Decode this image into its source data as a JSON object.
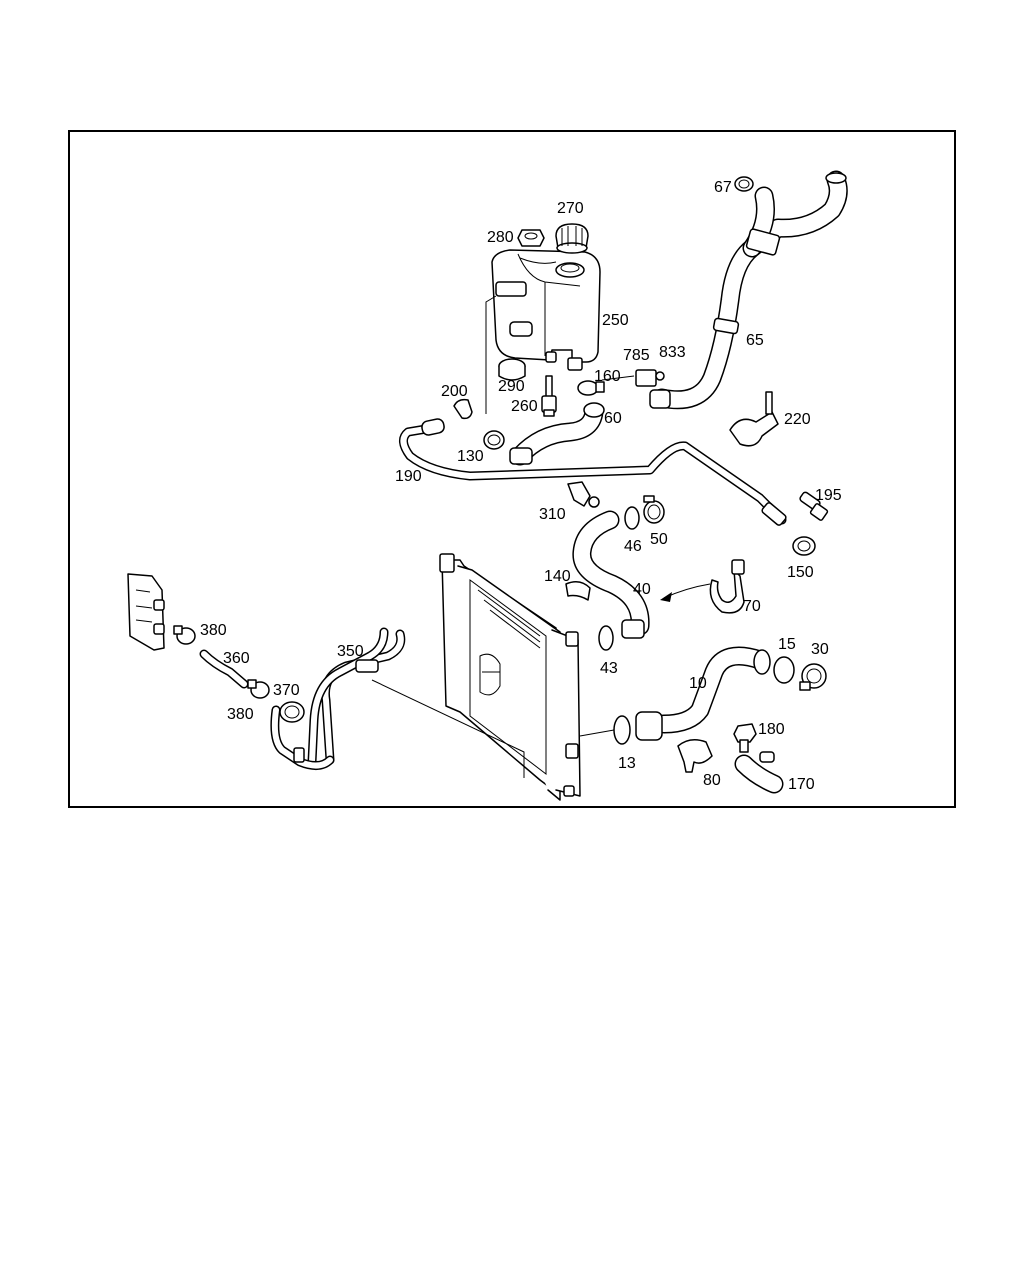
{
  "diagram": {
    "callouts": [
      {
        "id": "67",
        "text": "67"
      },
      {
        "id": "270",
        "text": "270"
      },
      {
        "id": "280",
        "text": "280"
      },
      {
        "id": "250",
        "text": "250"
      },
      {
        "id": "65",
        "text": "65"
      },
      {
        "id": "785",
        "text": "785"
      },
      {
        "id": "833",
        "text": "833"
      },
      {
        "id": "200",
        "text": "200"
      },
      {
        "id": "290",
        "text": "290"
      },
      {
        "id": "160",
        "text": "160"
      },
      {
        "id": "260",
        "text": "260"
      },
      {
        "id": "60",
        "text": "60"
      },
      {
        "id": "220",
        "text": "220"
      },
      {
        "id": "130",
        "text": "130"
      },
      {
        "id": "190",
        "text": "190"
      },
      {
        "id": "195",
        "text": "195"
      },
      {
        "id": "310",
        "text": "310"
      },
      {
        "id": "46",
        "text": "46"
      },
      {
        "id": "50",
        "text": "50"
      },
      {
        "id": "150",
        "text": "150"
      },
      {
        "id": "140",
        "text": "140"
      },
      {
        "id": "40",
        "text": "40"
      },
      {
        "id": "70",
        "text": "70"
      },
      {
        "id": "380a",
        "text": "380"
      },
      {
        "id": "360",
        "text": "360"
      },
      {
        "id": "350",
        "text": "350"
      },
      {
        "id": "43",
        "text": "43"
      },
      {
        "id": "15",
        "text": "15"
      },
      {
        "id": "30",
        "text": "30"
      },
      {
        "id": "370",
        "text": "370"
      },
      {
        "id": "10",
        "text": "10"
      },
      {
        "id": "380b",
        "text": "380"
      },
      {
        "id": "180",
        "text": "180"
      },
      {
        "id": "13",
        "text": "13"
      },
      {
        "id": "80",
        "text": "80"
      },
      {
        "id": "170",
        "text": "170"
      }
    ]
  }
}
